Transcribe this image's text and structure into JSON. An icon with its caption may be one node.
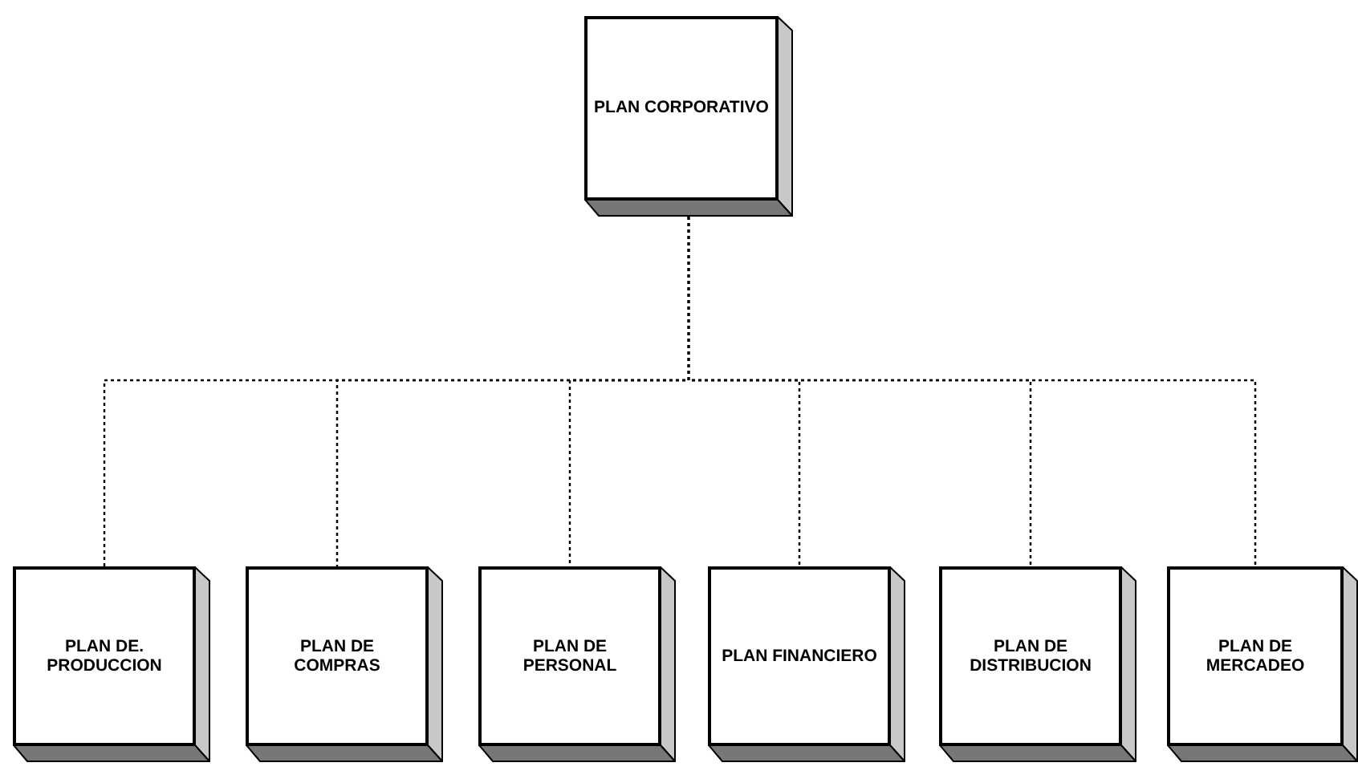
{
  "diagram": {
    "nodes": [
      {
        "text": [
          "PLAN CORPORATIVO"
        ]
      },
      {
        "text": [
          "PLAN DE. PRODUCCION"
        ]
      },
      {
        "text": [
          "PLAN DE COMPRAS"
        ]
      },
      {
        "text": [
          "PLAN DE PERSONAL"
        ]
      },
      {
        "text": [
          "PLAN FINANCIERO"
        ]
      },
      {
        "text": [
          "PLAN DE DISTRIBUCION"
        ]
      },
      {
        "text": [
          "PLAN DE MERCADEO"
        ]
      }
    ],
    "edges": [
      {
        "from": 0,
        "to": 1,
        "arrow": "none",
        "style": "dashed"
      },
      {
        "from": 0,
        "to": 2,
        "arrow": "none",
        "style": "dashed"
      },
      {
        "from": 0,
        "to": 3,
        "arrow": "none",
        "style": "dashed"
      },
      {
        "from": 0,
        "to": 4,
        "arrow": "none",
        "style": "dashed"
      },
      {
        "from": 0,
        "to": 5,
        "arrow": "none",
        "style": "dashed"
      },
      {
        "from": 0,
        "to": 6,
        "arrow": "none",
        "style": "dashed"
      }
    ]
  }
}
